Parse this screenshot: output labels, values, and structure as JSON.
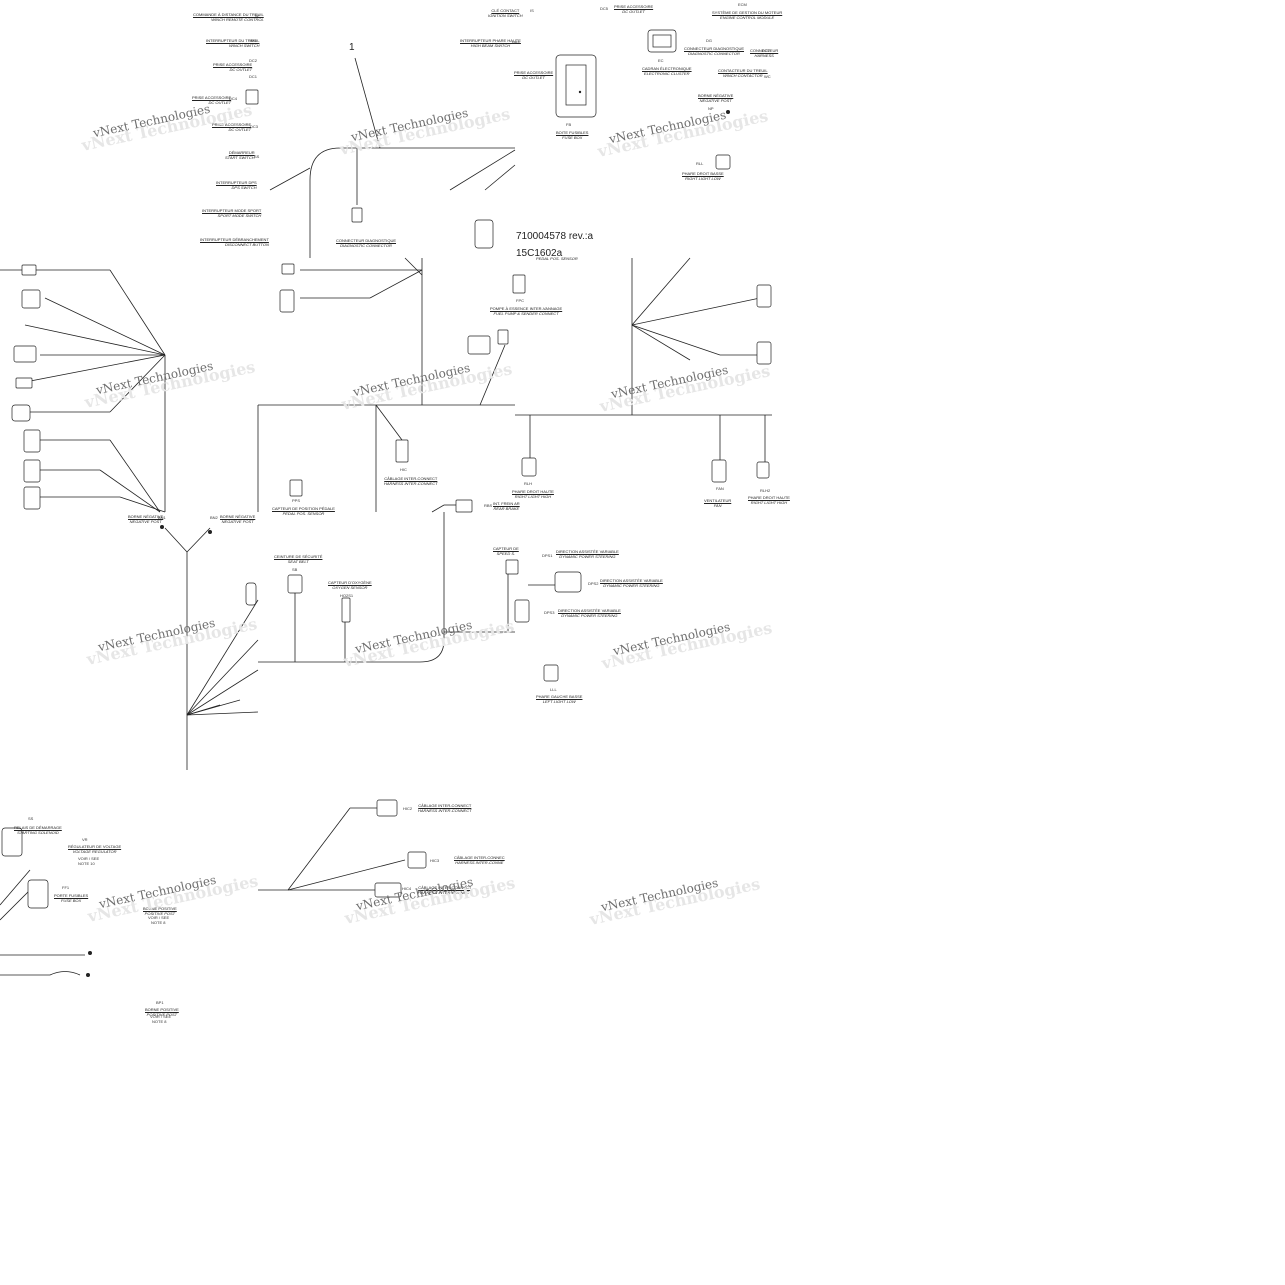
{
  "drawing": {
    "part_number": "710004578 rev.:a",
    "sheet_ref": "15C1602a",
    "callout": "1"
  },
  "watermark": {
    "text": "vNext Technologies"
  },
  "labels": [
    {
      "id": "winch-remote",
      "fr": "COMMANDE À DISTANCE DU TREUIL",
      "en": "WINCH REMOTE CONTROL"
    },
    {
      "id": "winch-switch",
      "fr": "INTERRUPTEUR DU TREUIL",
      "en": "WINCH SWITCH"
    },
    {
      "id": "dc-outlet-1",
      "fr": "PRISE ACCESSOIRE",
      "en": "DC OUTLET"
    },
    {
      "id": "dc-outlet-2",
      "fr": "PRISE ACCESSOIRE",
      "en": "DC OUTLET"
    },
    {
      "id": "dc-outlet-3",
      "fr": "PRISE ACCESSOIRE",
      "en": "DC OUTLET"
    },
    {
      "id": "start-switch",
      "fr": "DÉMARREUR",
      "en": "START SWITCH"
    },
    {
      "id": "dps-switch",
      "fr": "INTERRUPTEUR DPS",
      "en": "DPS SWITCH"
    },
    {
      "id": "sport-mode",
      "fr": "INTERRUPTEUR MODE SPORT",
      "en": "SPORT MODE SWITCH"
    },
    {
      "id": "disconnect-button",
      "fr": "INTERRUPTEUR DÉBRANCHEMENT",
      "en": "DISCONNECT BUTTON"
    },
    {
      "id": "ignition-switch",
      "fr": "CLÉ CONTACT",
      "en": "IGNITION SWITCH"
    },
    {
      "id": "high-beam-switch",
      "fr": "INTERRUPTEUR PHARE HAUTE",
      "en": "HIGH BEAM SWITCH"
    },
    {
      "id": "dc-outlet-4",
      "fr": "PRISE ACCESSOIRE",
      "en": "DC OUTLET"
    },
    {
      "id": "fuse-box",
      "fr": "BOITE FUSIBLES",
      "en": "FUSE BOX"
    },
    {
      "id": "dc-outlet-5",
      "fr": "PRISE ACCESSOIRE",
      "en": "DC OUTLET"
    },
    {
      "id": "diag-connector-1",
      "fr": "CONNECTEUR DIAGNOSTIQUE",
      "en": "DIAGNOSTIC CONNECTOR"
    },
    {
      "id": "electronic-cluster",
      "fr": "CADRAN ÉLECTRONIQUE",
      "en": "ELECTRONIC CLUSTER"
    },
    {
      "id": "ecm",
      "fr": "SYSTÈME DE GESTION DU MOTEUR",
      "en": "ENGINE CONTROL MODULE"
    },
    {
      "id": "winch-contactor",
      "fr": "CONTACTEUR DU TREUIL",
      "en": "WINCH CONTACTOR"
    },
    {
      "id": "harness-connector-top",
      "fr": "CONNECTEUR",
      "en": "HARNESS"
    },
    {
      "id": "negative-post-top",
      "fr": "BORNE NÉGATIVE",
      "en": "NEGATIVE POST"
    },
    {
      "id": "right-light-low",
      "fr": "PHARE DROIT BASSE",
      "en": "RIGHT LIGHT LOW"
    },
    {
      "id": "diag-connector-2",
      "fr": "CONNECTEUR DIAGNOSTIQUE",
      "en": "DIAGNOSTIC CONNECTOR"
    },
    {
      "id": "pedal-sensor-top",
      "fr": "",
      "en": "PEDAL POS. SENSOR"
    },
    {
      "id": "fuel-pump",
      "fr": "POMPE À ESSENCE INTER-VANNAGE",
      "en": "FUEL PUMP & SENDER CONNECT"
    },
    {
      "id": "harness-inter-1",
      "fr": "CÂBLAGE INTER-CONNECT",
      "en": "HARNESS INTER-CONNECT"
    },
    {
      "id": "pedal-sensor",
      "fr": "CAPTEUR DE POSITION PÉDALE",
      "en": "PEDAL POS. SENSOR"
    },
    {
      "id": "right-light-high",
      "fr": "PHARE DROIT HAUTE",
      "en": "RIGHT LIGHT HIGH"
    },
    {
      "id": "fan",
      "fr": "VENTILATEUR",
      "en": "FAN"
    },
    {
      "id": "right-light-high-2",
      "fr": "PHARE DROIT HAUTE",
      "en": "RIGHT LIGHT HIGH"
    },
    {
      "id": "rear-brake",
      "fr": "INT. FREIN AR",
      "en": "REAR BRAKE"
    },
    {
      "id": "negative-post-1",
      "fr": "BORNE NÉGATIVE",
      "en": "NEGATIVE POST"
    },
    {
      "id": "negative-post-2",
      "fr": "BORNE NÉGATIVE",
      "en": "NEGATIVE POST"
    },
    {
      "id": "seat-belt",
      "fr": "CEINTURE DE SÉCURITÉ",
      "en": "SEAT BELT"
    },
    {
      "id": "oxygen-sensor",
      "fr": "CAPTEUR D'OXYGÈNE",
      "en": "OXYGEN SENSOR"
    },
    {
      "id": "speed-sensor",
      "fr": "CAPTEUR DE",
      "en": "SPEED S."
    },
    {
      "id": "dps-1",
      "fr": "DIRECTION ASSISTÉE VARIABLE",
      "en": "DYNAMIC POWER STEERING"
    },
    {
      "id": "dps-2",
      "fr": "DIRECTION ASSISTÉE VARIABLE",
      "en": "DYNAMIC POWER STEERING"
    },
    {
      "id": "dps-3",
      "fr": "DIRECTION ASSISTÉE VARIABLE",
      "en": "DYNAMIC POWER STEERING"
    },
    {
      "id": "left-light-low",
      "fr": "PHARE GAUCHE BASSE",
      "en": "LEFT LIGHT LOW"
    },
    {
      "id": "starting-solenoid",
      "fr": "RELAIS DE DÉMARRAGE",
      "en": "STARTING SOLENOID"
    },
    {
      "id": "voltage-regulator",
      "fr": "RÉGULATEUR DE VOLTAGE",
      "en": "VOLTAGE REGULATOR"
    },
    {
      "id": "fuse-box-2",
      "fr": "PORTE FUSIBLES",
      "en": "FUSE BOX"
    },
    {
      "id": "positive-post-1",
      "fr": "BORNE POSITIVE",
      "en": "POSITIVE POST"
    },
    {
      "id": "positive-post-2",
      "fr": "BORNE POSITIVE",
      "en": "POSITIVE POST"
    },
    {
      "id": "harness-inter-2",
      "fr": "CÂBLAGE INTER-CONNECT",
      "en": "HARNESS INTER-CONNECT"
    },
    {
      "id": "harness-inter-3",
      "fr": "CÂBLAGE INTER-CONNEC",
      "en": "HARNESS INTER-CONNE"
    },
    {
      "id": "harness-inter-4",
      "fr": "CÂBLAGE INTER-CONNECT",
      "en": "HARNESS INTER-CONNECT"
    }
  ],
  "codes": {
    "wrc": "W",
    "wsw": "WS",
    "dc1": "DC2",
    "dc2": "DC1",
    "dc3": "DC3",
    "dc4": "DC4",
    "ss": "SS",
    "ign": "IS",
    "hbs": "HBS",
    "fb": "FB",
    "dc5": "DC5",
    "dg1": "DG",
    "dg2": "DG2",
    "ec": "EC",
    "ecm": "ECM",
    "wc": "WC",
    "nvp": "NP",
    "rll": "RLL",
    "fp": "FPC",
    "hic1": "HIC",
    "pps": "PPS",
    "rlh": "RLH",
    "fan": "FAN",
    "rlh2": "RLH2",
    "rbs": "RBS",
    "np1": "BN1",
    "np2": "BN2",
    "sb": "SB",
    "o2": "HO2S1",
    "dps1": "DPS1",
    "dps2": "DPS2",
    "dps3": "DPS3",
    "lll": "LLL",
    "ss2": "SS",
    "vr": "VR",
    "fb2": "FF1",
    "bp1": "BP1",
    "hic2": "HIC2",
    "hic3": "HIC3",
    "hic4": "HIC4"
  },
  "post_values": {
    "pos1_volt": "VOIR / SEE",
    "pos1_note": "NOTE 8",
    "pos2_volt": "VOIR / SEE",
    "pos2_note": "NOTE 8",
    "vr_note": "VOIR / SEE",
    "vr_note2": "NOTE 10"
  },
  "colors": {
    "ink": "#222222",
    "background": "#ffffff",
    "watermark": "#6f6f6f"
  }
}
